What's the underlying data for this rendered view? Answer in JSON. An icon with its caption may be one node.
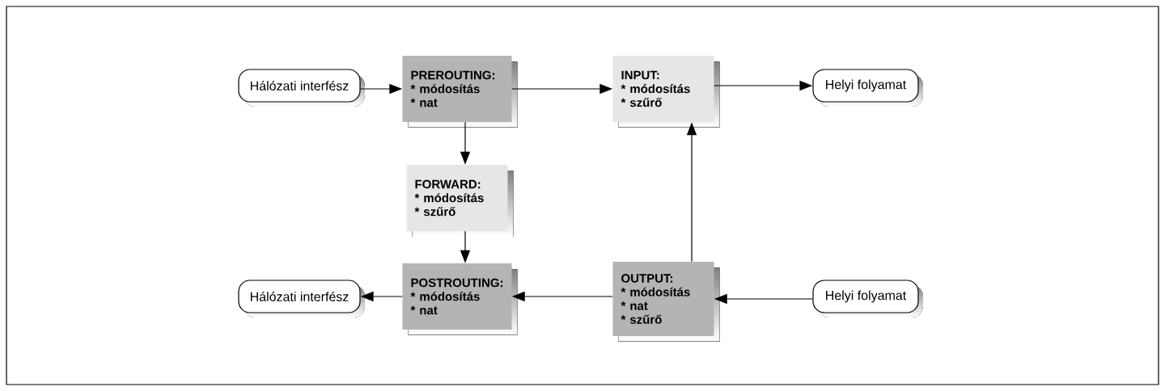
{
  "diagram": {
    "nodes": [
      {
        "text": [
          "Hálózati interfész"
        ]
      },
      {
        "text": [
          "PREROUTING:",
          "* módosítás",
          "* nat"
        ]
      },
      {
        "text": [
          "INPUT:",
          "* módosítás",
          "* szűrő"
        ]
      },
      {
        "text": [
          "Helyi folyamat"
        ]
      },
      {
        "text": [
          "FORWARD:",
          "* módosítás",
          "* szűrő"
        ]
      },
      {
        "text": [
          "POSTROUTING:",
          "* módosítás",
          "* nat"
        ]
      },
      {
        "text": [
          "Hálózati interfész"
        ]
      },
      {
        "text": [
          "OUTPUT:",
          "* módosítás",
          "* nat",
          "* szűrő"
        ]
      },
      {
        "text": [
          "Helyi folyamat"
        ]
      }
    ],
    "edges": [
      {
        "from": 0,
        "to": 1,
        "arrow": "to"
      },
      {
        "from": 1,
        "to": 2,
        "arrow": "to"
      },
      {
        "from": 2,
        "to": 3,
        "arrow": "to"
      },
      {
        "from": 1,
        "to": 4,
        "arrow": "to"
      },
      {
        "from": 4,
        "to": 5,
        "arrow": "to"
      },
      {
        "from": 5,
        "to": 6,
        "arrow": "to"
      },
      {
        "from": 7,
        "to": 5,
        "arrow": "to"
      },
      {
        "from": 8,
        "to": 7,
        "arrow": "to"
      },
      {
        "from": 7,
        "to": 2,
        "arrow": "to"
      }
    ]
  }
}
